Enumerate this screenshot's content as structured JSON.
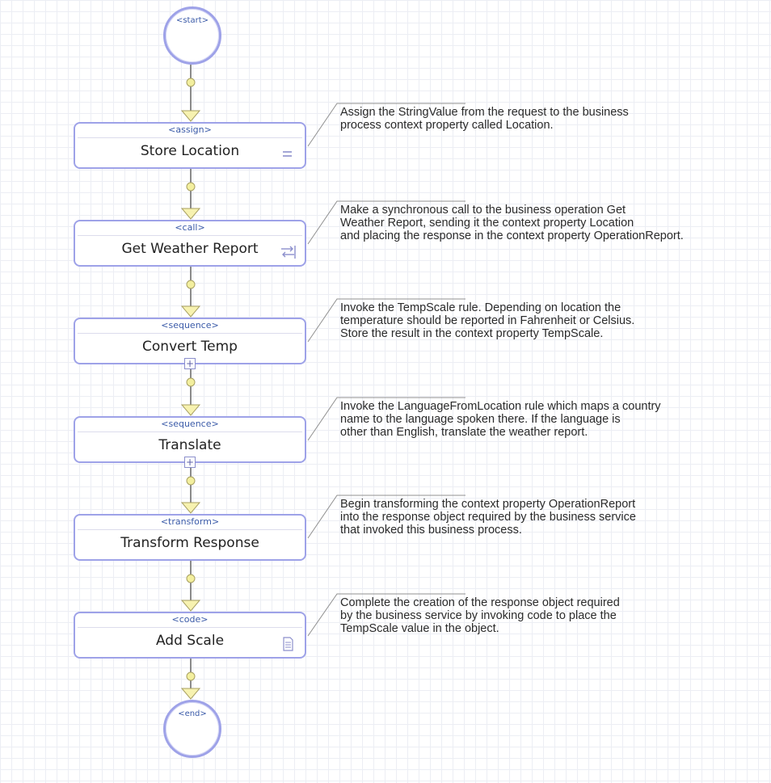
{
  "flow": {
    "start": {
      "tag": "<start>"
    },
    "end": {
      "tag": "<end>"
    },
    "activities": [
      {
        "tag": "<assign>",
        "name": "Store Location",
        "icon": "assign-icon"
      },
      {
        "tag": "<call>",
        "name": "Get Weather Report",
        "icon": "call-icon"
      },
      {
        "tag": "<sequence>",
        "name": "Convert Temp",
        "icon": "expand-icon"
      },
      {
        "tag": "<sequence>",
        "name": "Translate",
        "icon": "expand-icon"
      },
      {
        "tag": "<transform>",
        "name": "Transform Response",
        "icon": null
      },
      {
        "tag": "<code>",
        "name": "Add Scale",
        "icon": "code-icon"
      }
    ]
  },
  "annotations": [
    {
      "lines": [
        "Assign the StringValue from the request to the business",
        "process context property called Location."
      ]
    },
    {
      "lines": [
        "Make a synchronous call to the business operation Get",
        "Weather Report, sending it the context property Location",
        "and placing the response in the context property OperationReport."
      ]
    },
    {
      "lines": [
        "Invoke the TempScale rule. Depending on location the",
        "temperature should be reported in Fahrenheit or Celsius.",
        "Store the result in the context property TempScale."
      ]
    },
    {
      "lines": [
        "Invoke the LanguageFromLocation rule which maps a country",
        "name to the language spoken there. If the language is",
        "other than English, translate the weather report."
      ]
    },
    {
      "lines": [
        "Begin transforming the context property OperationReport",
        "into the response object required by the business service",
        "that invoked this business process."
      ]
    },
    {
      "lines": [
        "Complete the creation of the response object required",
        "by the business service by invoking code to place the",
        "TempScale value in the object."
      ]
    }
  ],
  "colors": {
    "node_border": "#9ea2e8",
    "tag_text": "#3a5aa8",
    "connector": "#8a8a8a",
    "arrow_fill": "#f7f2b0",
    "arrow_stroke": "#a8a062",
    "port_fill": "#f3ef9e"
  }
}
